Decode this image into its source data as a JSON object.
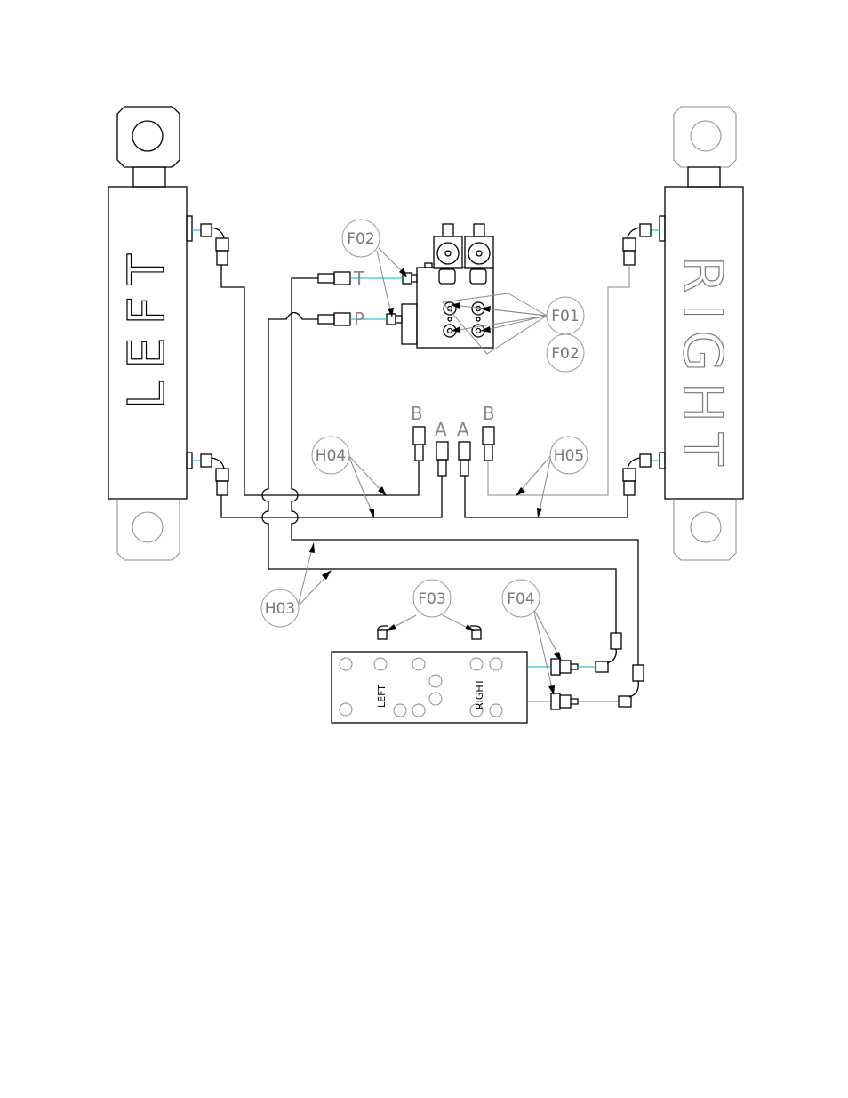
{
  "cylinders": {
    "left_label": "LEFT",
    "right_label": "RIGHT"
  },
  "valve": {
    "port_t": "T",
    "port_p": "P"
  },
  "hose_ports": {
    "b_left": "B",
    "a_left": "A",
    "a_right": "A",
    "b_right": "B"
  },
  "callouts": {
    "f02_top": "F02",
    "f01": "F01",
    "f02_right": "F02",
    "h04": "H04",
    "h05": "H05",
    "h03": "H03",
    "f03": "F03",
    "f04": "F04"
  },
  "control_block": {
    "left_label": "LEFT",
    "right_label": "RIGHT"
  }
}
